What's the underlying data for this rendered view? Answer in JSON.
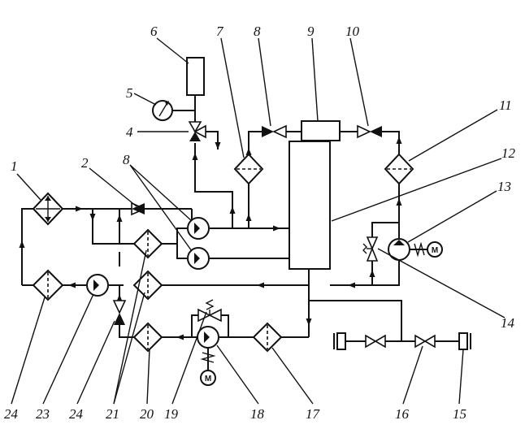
{
  "labels": {
    "l1": "1",
    "l2": "2",
    "l4": "4",
    "l5": "5",
    "l6": "6",
    "l7": "7",
    "l8a": "8",
    "l8b": "8",
    "l9": "9",
    "l10": "10",
    "l11": "11",
    "l12": "12",
    "l13": "13",
    "l14": "14",
    "l15": "15",
    "l16": "16",
    "l17": "17",
    "l18": "18",
    "l19": "19",
    "l20": "20",
    "l21": "21",
    "l23": "23",
    "l24a": "24",
    "l24b": "24"
  },
  "motor_symbol": "M"
}
